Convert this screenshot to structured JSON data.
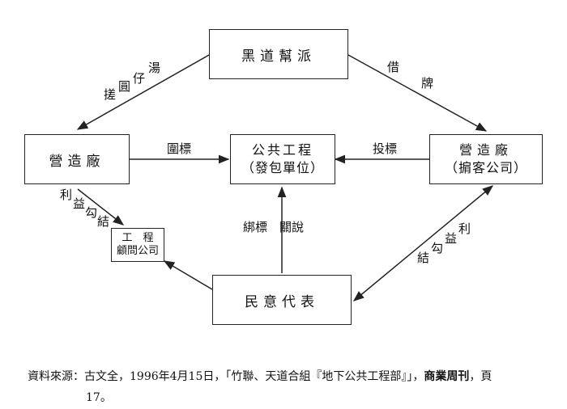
{
  "nodes": {
    "gang": "黑道幫派",
    "contractor_left": "營造廠",
    "public_works_line1": "公共工程",
    "public_works_line2": "（發包單位）",
    "contractor_right_line1": "營造廠",
    "contractor_right_line2": "（掮客公司）",
    "consultant_line1": "工　程",
    "consultant_line2": "顧問公司",
    "representative": "民意代表"
  },
  "edges": {
    "gang_to_left": [
      "搓",
      "圓",
      "仔",
      "湯"
    ],
    "gang_to_right": [
      "借",
      "牌"
    ],
    "left_to_public": "圍標",
    "right_to_public": "投標",
    "rep_to_public": "綁標　關說",
    "left_to_consultant": [
      "利",
      "益",
      "勾",
      "結"
    ],
    "rep_right": [
      "結",
      "勾",
      "益",
      "利"
    ]
  },
  "caption": {
    "prefix": "資料來源：古文全，1996年4月15日，「竹聯、天道合組『地下公共工程部』」，",
    "source_name": "商業周刊",
    "suffix": "，頁",
    "page": "17。"
  }
}
